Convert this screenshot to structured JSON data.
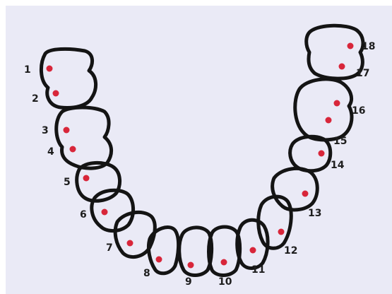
{
  "colors": {
    "background": "#eaeaf6",
    "outline": "#141414",
    "point": "#d8263a"
  },
  "points": [
    {
      "label": "1"
    },
    {
      "label": "2"
    },
    {
      "label": "3"
    },
    {
      "label": "4"
    },
    {
      "label": "5"
    },
    {
      "label": "6"
    },
    {
      "label": "7"
    },
    {
      "label": "8"
    },
    {
      "label": "9"
    },
    {
      "label": "10"
    },
    {
      "label": "11"
    },
    {
      "label": "12"
    },
    {
      "label": "13"
    },
    {
      "label": "14"
    },
    {
      "label": "15"
    },
    {
      "label": "16"
    },
    {
      "label": "17"
    },
    {
      "label": "18"
    }
  ]
}
